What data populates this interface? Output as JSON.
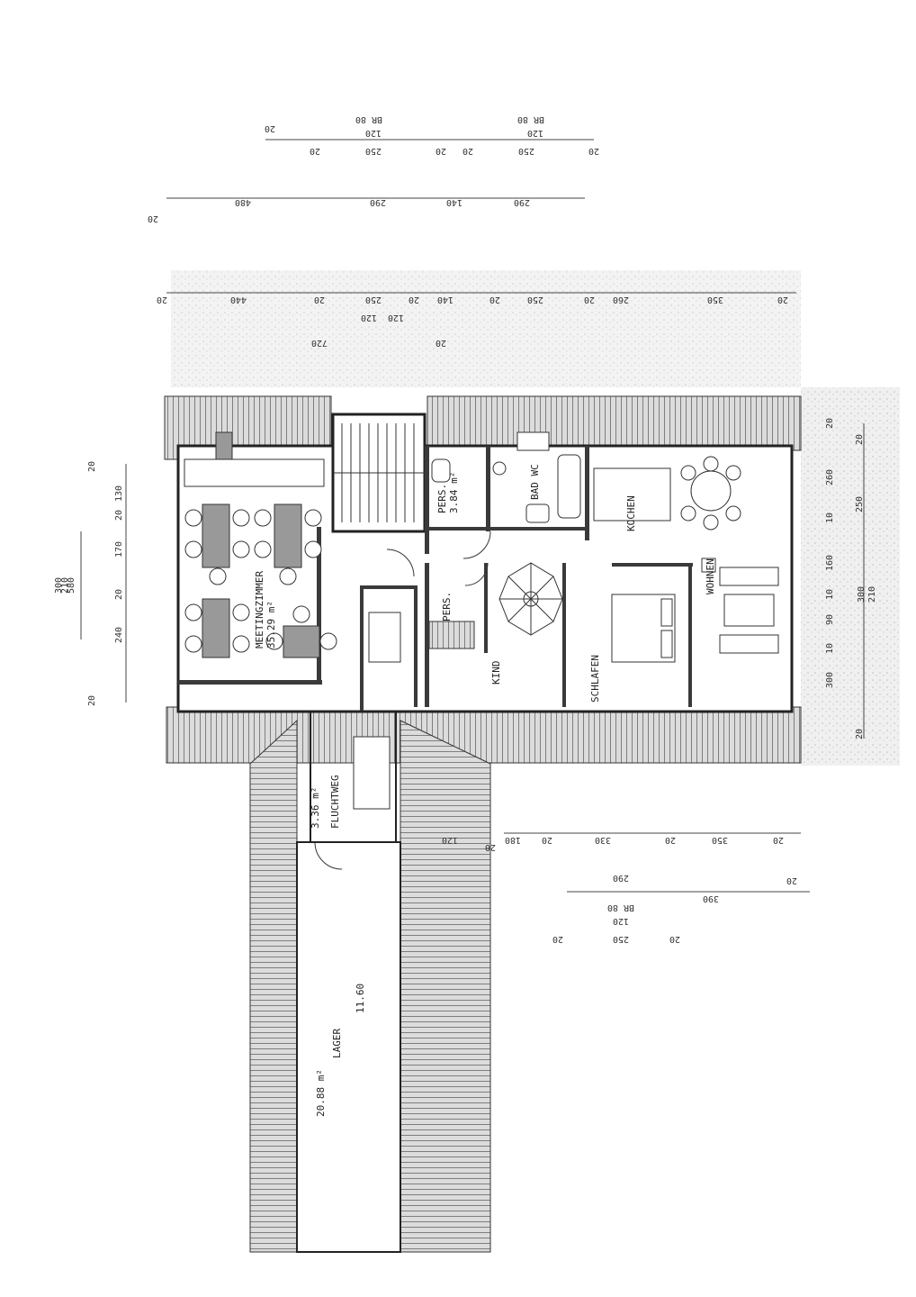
{
  "rooms": {
    "meeting": "MEETINGZIMMER",
    "meeting_area": "35.29 m²",
    "pers_top": "PERS.",
    "pers_top_area": "3.84 m²",
    "bad_wc": "BAD WC",
    "kochen": "KOCHEN",
    "wohnen": "WOHNEN",
    "schlafen": "SCHLAFEN",
    "kind": "KIND",
    "pers_mid": "PERS.",
    "fluchtweg": "FLUCHTWEG",
    "fluchtweg_area": "3.36 m²",
    "lager": "LAGER",
    "lager_area": "20.88 m²",
    "lager_len": "11.60"
  },
  "dims_top1": [
    "20",
    "20",
    "250",
    "120",
    "BR 80",
    "20",
    "20",
    "250",
    "120",
    "BR 80",
    "20"
  ],
  "dims_top2": [
    "20",
    "480",
    "290",
    "140",
    "290"
  ],
  "dims_top3": [
    "20",
    "440",
    "20",
    "250",
    "120",
    "20",
    "140",
    "20",
    "250",
    "20",
    "260",
    "350",
    "20",
    "720",
    "120",
    "20"
  ],
  "dims_left": [
    "20",
    "130",
    "20",
    "170",
    "20",
    "240",
    "20",
    "580",
    "210",
    "300"
  ],
  "dims_right": [
    "20",
    "20",
    "260",
    "10",
    "250",
    "160",
    "10",
    "90",
    "10",
    "300",
    "20",
    "300",
    "210"
  ],
  "dims_bottom1": [
    "20",
    "180",
    "20",
    "330",
    "20",
    "350",
    "20",
    "120"
  ],
  "dims_bottom2": [
    "20",
    "290",
    "390",
    "20",
    "250",
    "120",
    "BR 80",
    "20"
  ]
}
